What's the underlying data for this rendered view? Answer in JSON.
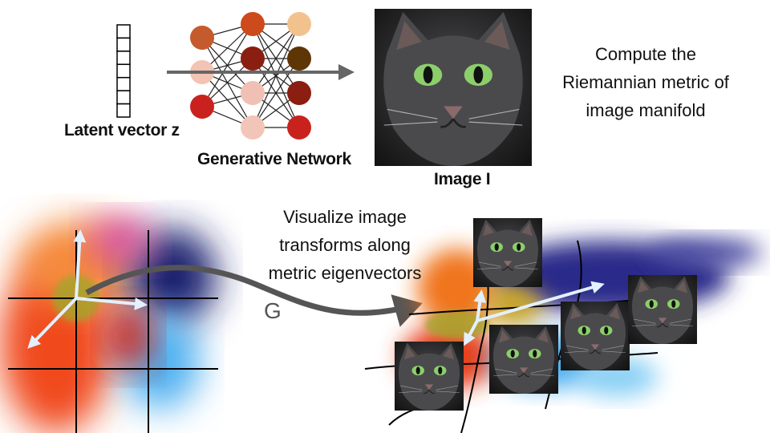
{
  "labels": {
    "latent_vector": "Latent vector z",
    "generative_network": "Generative Network",
    "image": "Image I",
    "compute_lines": [
      "Compute the",
      "Riemannian metric of",
      "image manifold"
    ],
    "visualize_lines": [
      "Visualize image",
      "transforms along",
      "metric eigenvectors"
    ],
    "mapping": "G"
  },
  "network": {
    "layers": [
      [
        "#c55a2c",
        "#f3c3b4",
        "#c9221e"
      ],
      [
        "#cc4a1c",
        "#8a1e10",
        "#f1c0b4",
        "#f3c5b8"
      ],
      [
        "#f2c28e",
        "#5e3505",
        "#8a1e10",
        "#c9221e"
      ]
    ]
  },
  "latent_vector": {
    "cells": 7
  },
  "images": {
    "main": "gray cat portrait",
    "thumbnails": [
      "cat variant top",
      "cat variant center",
      "cat variant left",
      "cat variant right 1",
      "cat variant right 2"
    ]
  },
  "colors": {
    "arrow_dark": "#555555",
    "arrow_light": "#ddeeff",
    "warm": "#f04a1c",
    "cool": "#1f2a8a",
    "light_blue": "#4fb0f0"
  }
}
